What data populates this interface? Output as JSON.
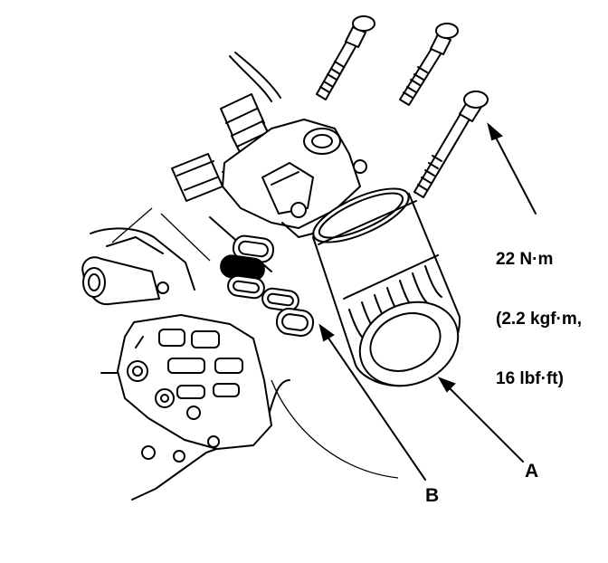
{
  "callouts": {
    "torque_line1": "22 N·m",
    "torque_line2": "(2.2 kgf·m,",
    "torque_line3": "16 lbf·ft)",
    "label_a": "A",
    "label_b": "B"
  },
  "colors": {
    "ink": "#000000",
    "paper": "#ffffff"
  }
}
